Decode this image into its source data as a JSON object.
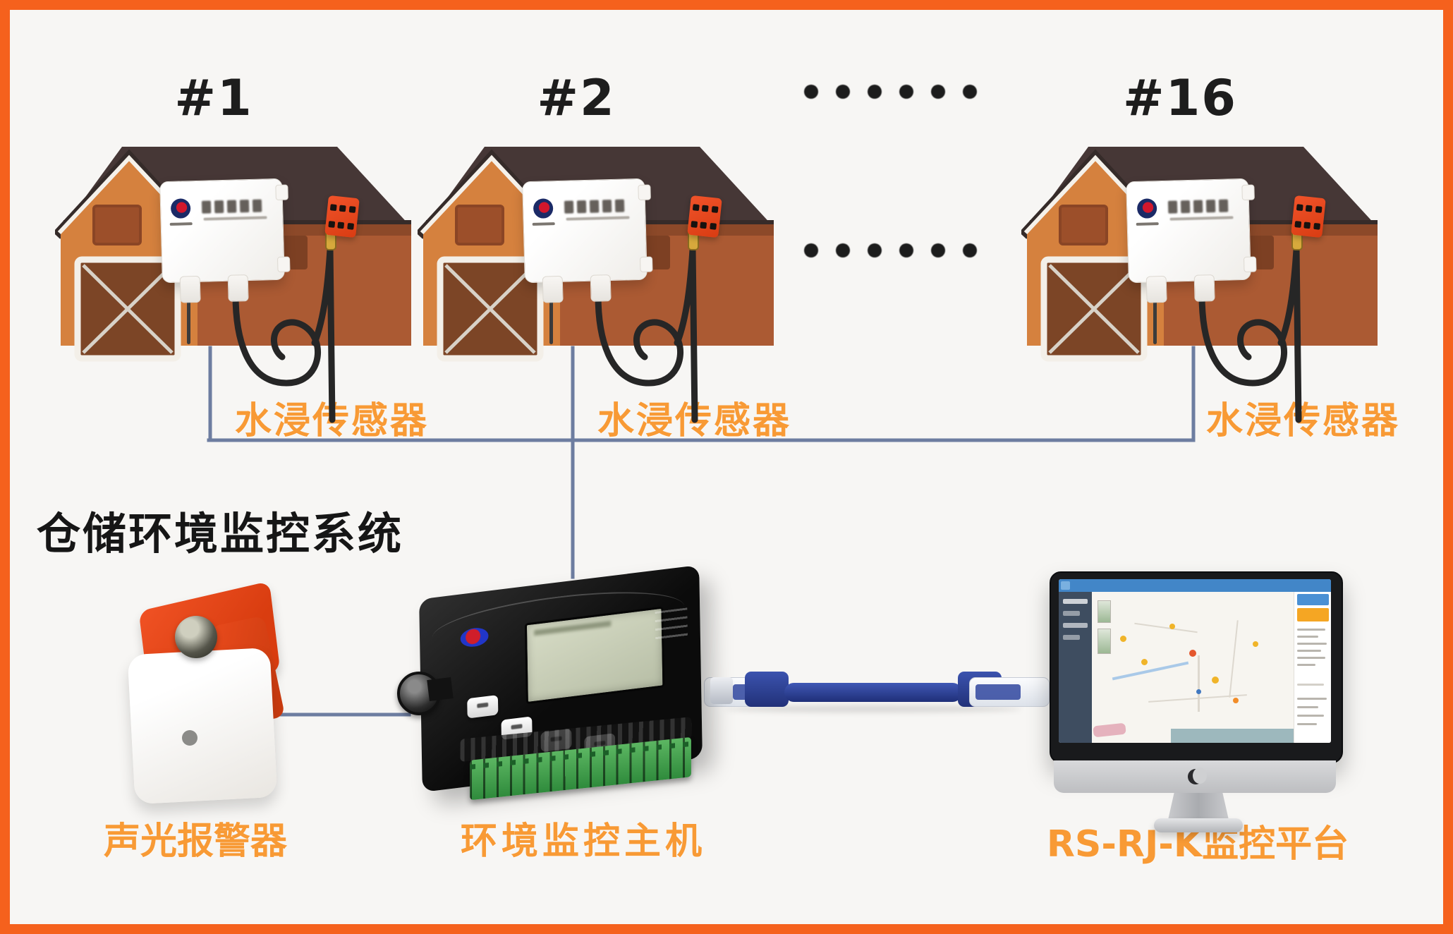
{
  "page": {
    "title": "仓储环境监控系统"
  },
  "units": [
    {
      "id": "#1",
      "sensor_label": "水浸传感器"
    },
    {
      "id": "#2",
      "sensor_label": "水浸传感器"
    },
    {
      "id": "#16",
      "sensor_label": "水浸传感器"
    }
  ],
  "ellipsis": {
    "row1": "••••••",
    "row2": "••••••"
  },
  "devices": {
    "alarm_label": "声光报警器",
    "host_label": "环境监控主机",
    "platform_label": "RS-RJ-K监控平台"
  },
  "colors": {
    "border_orange": "#f5611d",
    "label_orange": "#f89a35",
    "connection_line": "#6d7da0",
    "barn_wall": "#ab5a33",
    "barn_gable": "#d5813e",
    "terminal_red": "#e8491d",
    "cable_blue": "#2b3f92"
  }
}
